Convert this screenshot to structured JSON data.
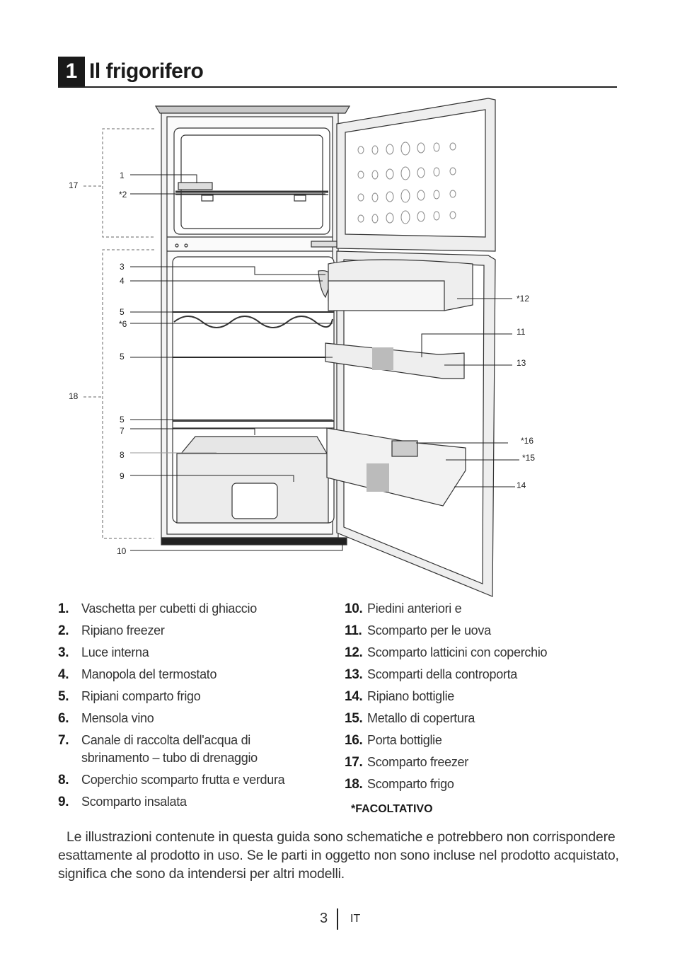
{
  "header": {
    "number": "1",
    "title": "Il frigorifero"
  },
  "diagram": {
    "callouts": [
      "1",
      "*2",
      "3",
      "4",
      "5",
      "*6",
      "5",
      "5",
      "7",
      "8",
      "9",
      "10",
      "*12",
      "11",
      "13",
      "*16",
      "*15",
      "14",
      "17",
      "18"
    ]
  },
  "parts_left": [
    {
      "num": "1.",
      "text": "Vaschetta per cubetti di ghiaccio"
    },
    {
      "num": "2.",
      "text": "Ripiano freezer"
    },
    {
      "num": "3.",
      "text": "Luce interna"
    },
    {
      "num": "4.",
      "text": "Manopola del termostato"
    },
    {
      "num": "5.",
      "text": "Ripiani comparto frigo"
    },
    {
      "num": "6.",
      "text": "Mensola vino"
    },
    {
      "num": "7.",
      "text": "Canale di raccolta dell'acqua di sbrinamento – tubo di drenaggio"
    },
    {
      "num": "8.",
      "text": "Coperchio scomparto frutta e verdura"
    },
    {
      "num": "9.",
      "text": "Scomparto insalata"
    }
  ],
  "parts_right": [
    {
      "num": "10.",
      "text": "Piedini anteriori e"
    },
    {
      "num": "11.",
      "text": "Scomparto per le uova"
    },
    {
      "num": "12.",
      "text": "Scomparto latticini con coperchio"
    },
    {
      "num": "13.",
      "text": "Scomparti della controporta"
    },
    {
      "num": "14.",
      "text": "Ripiano bottiglie"
    },
    {
      "num": "15.",
      "text": "Metallo di copertura"
    },
    {
      "num": "16.",
      "text": "Porta bottiglie"
    },
    {
      "num": "17.",
      "text": "Scomparto freezer"
    },
    {
      "num": "18.",
      "text": "Scomparto frigo"
    }
  ],
  "optional_note": "*FACOLTATIVO",
  "disclaimer": "Le illustrazioni contenute in questa guida sono schematiche e potrebbero non corrispondere esattamente al prodotto in uso. Se le parti in oggetto non sono incluse nel prodotto acquistato, significa che sono da intendersi per altri modelli.",
  "footer": {
    "page": "3",
    "lang": "IT"
  }
}
